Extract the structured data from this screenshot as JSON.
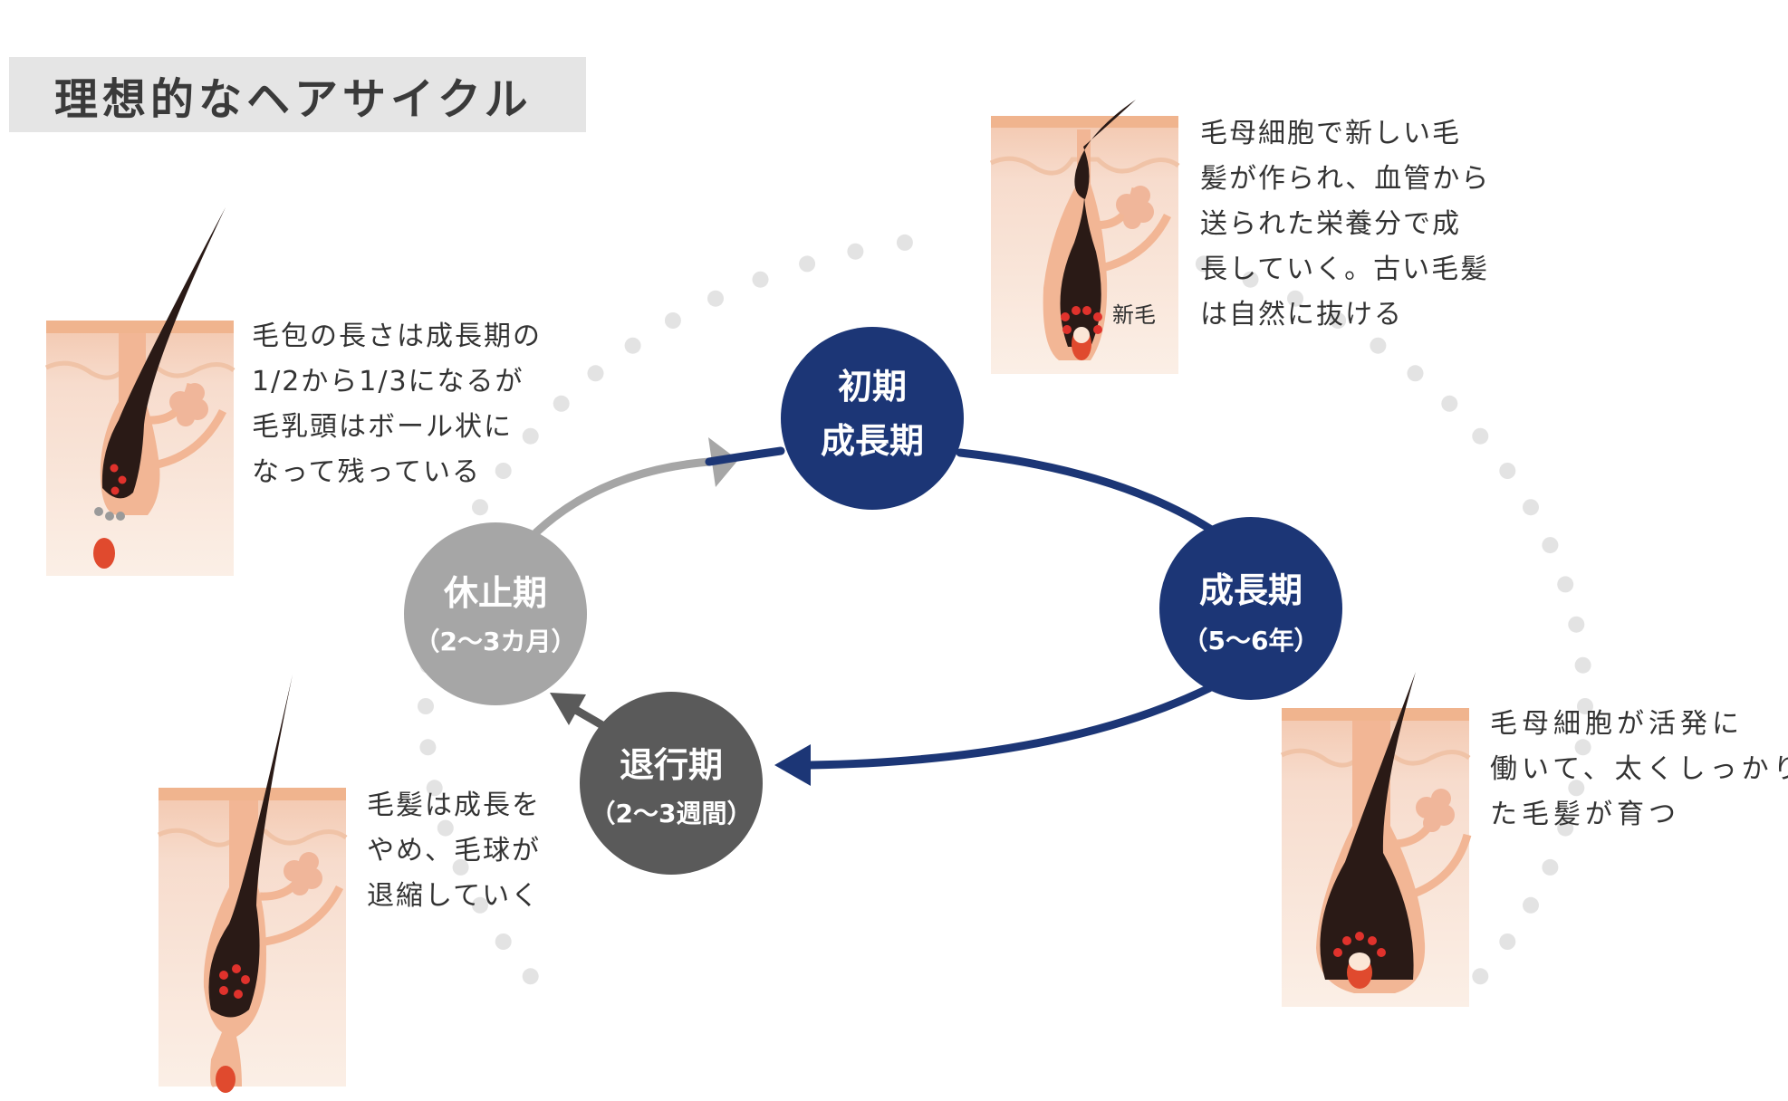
{
  "title": "理想的なヘアサイクル",
  "colors": {
    "navy": "#1c3676",
    "dark_gray": "#5a5a5a",
    "light_gray": "#a6a6a6",
    "dot": "#e3e3e3",
    "skin_top": "#f0b48e",
    "skin_layer": "#f6d8c7",
    "skin_lower": "#f9e8dd",
    "hair": "#2a1a16",
    "papilla": "#e04a2e"
  },
  "phases": [
    {
      "id": "early",
      "line1": "初期",
      "line2": "成長期"
    },
    {
      "id": "anagen",
      "line1": "成長期",
      "line2": "（5〜6年）"
    },
    {
      "id": "catagen",
      "line1": "退行期",
      "line2": "（2〜3週間）"
    },
    {
      "id": "telogen",
      "line1": "休止期",
      "line2": "（2〜3カ月）"
    }
  ],
  "descriptions": {
    "early": "毛母細胞で新しい毛\n髪が作られ、血管から\n送られた栄養分で成\n長していく。古い毛髪\nは自然に抜ける",
    "anagen": "毛母細胞が活発に\n働いて、太くしっかりし\nた毛髪が育つ",
    "catagen": "毛髪は成長を\nやめ、毛球が\n退縮していく",
    "telogen": "毛包の長さは成長期の\n1/2から1/3になるが\n毛乳頭はボール状に\nなって残っている"
  },
  "new_hair_label": "新毛"
}
